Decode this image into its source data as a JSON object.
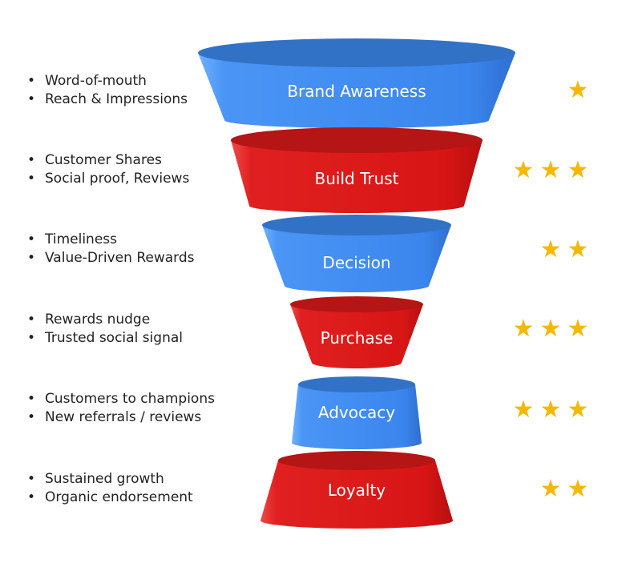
{
  "colors": {
    "blue": "#3d8bf2",
    "red": "#dd1a1a",
    "star": "#f5b800",
    "bullet_text": "#222222"
  },
  "stages": [
    {
      "label": "Brand Awareness",
      "color": "blue",
      "bullets": [
        "Word-of-mouth",
        "Reach & Impressions"
      ],
      "rating": 1,
      "star_icon": "star-icon"
    },
    {
      "label": "Build Trust",
      "color": "red",
      "bullets": [
        "Customer Shares",
        "Social proof, Reviews"
      ],
      "rating": 3,
      "star_icon": "star-icon"
    },
    {
      "label": "Decision",
      "color": "blue",
      "bullets": [
        "Timeliness",
        "Value-Driven Rewards"
      ],
      "rating": 2,
      "star_icon": "star-icon"
    },
    {
      "label": "Purchase",
      "color": "red",
      "bullets": [
        "Rewards nudge",
        "Trusted social signal"
      ],
      "rating": 3,
      "star_icon": "star-icon"
    },
    {
      "label": "Advocacy",
      "color": "blue",
      "bullets": [
        "Customers to champions",
        "New referrals / reviews"
      ],
      "rating": 3,
      "star_icon": "star-icon"
    },
    {
      "label": "Loyalty",
      "color": "red",
      "bullets": [
        "Sustained growth",
        "Organic endorsement"
      ],
      "rating": 2,
      "star_icon": "star-icon"
    }
  ]
}
